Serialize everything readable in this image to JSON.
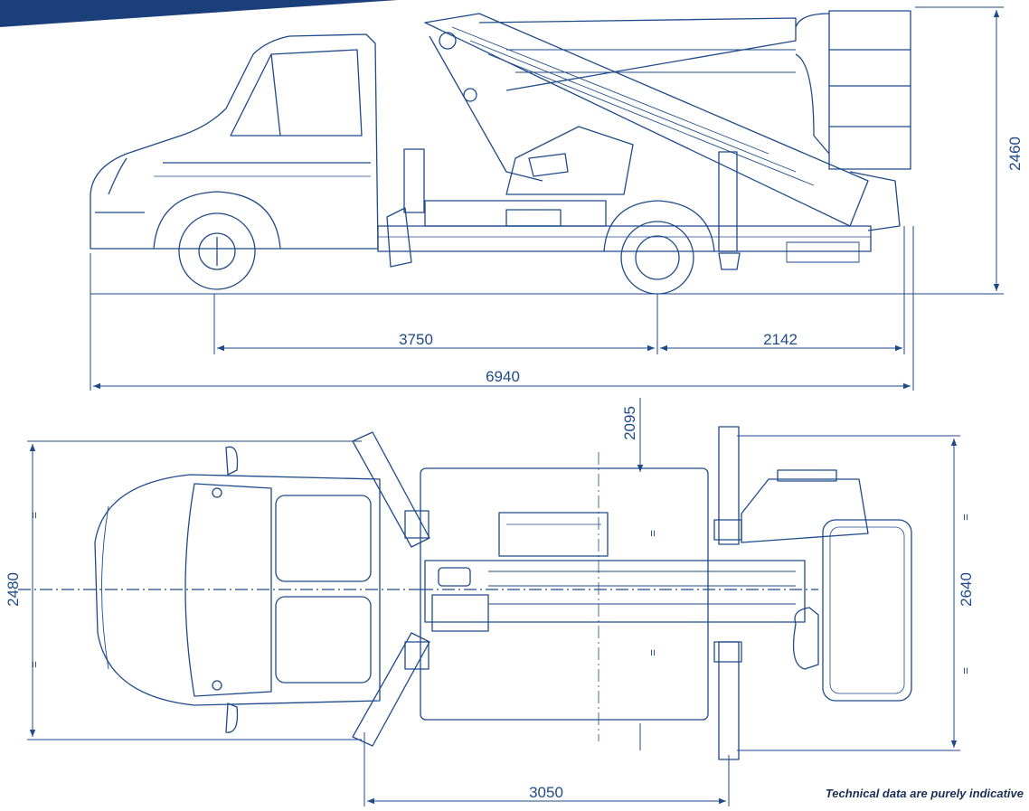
{
  "side_view": {
    "overall_length": "6940",
    "wheelbase": "3750",
    "rear_overhang": "2142",
    "height": "2460"
  },
  "top_view": {
    "stabilizer_front_spread": "3050",
    "stabilizer_position": "2095",
    "front_stabilizer_width": "2480",
    "rear_stabilizer_width": "2640",
    "equal_mark": "="
  },
  "footer": {
    "disclaimer": "Technical data are purely indicative"
  },
  "colors": {
    "line": "#1f4a8a",
    "banner": "#1b3f7a",
    "text_dark": "#1b2f55"
  }
}
